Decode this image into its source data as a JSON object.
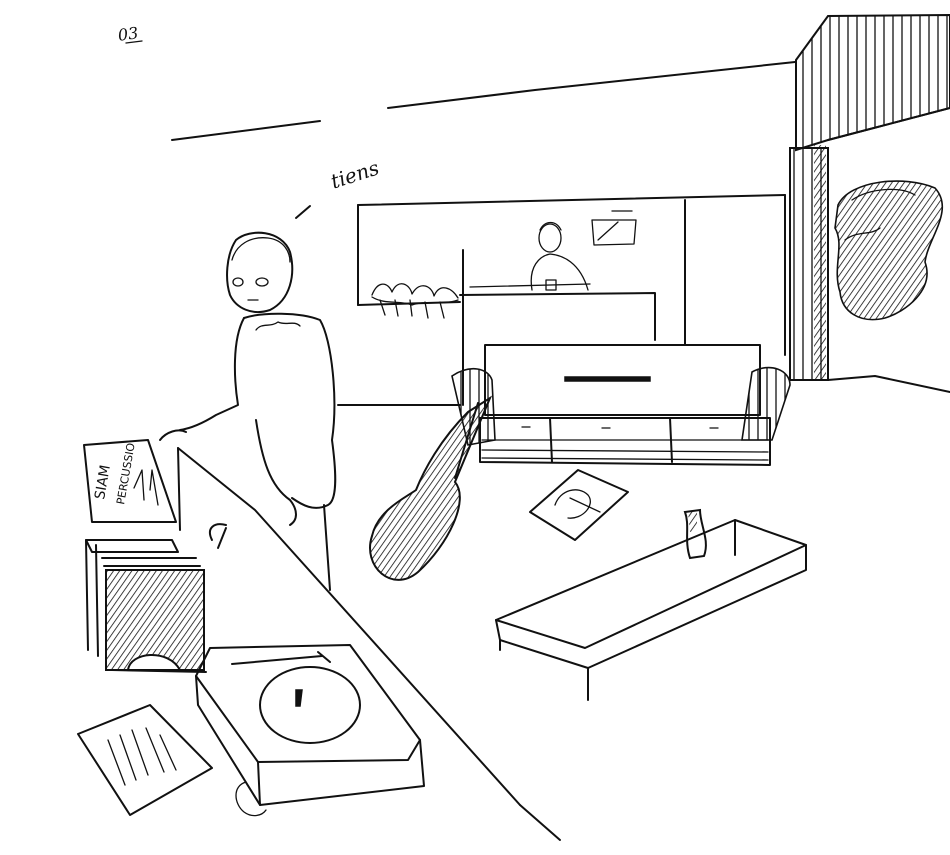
{
  "sketch": {
    "page_number": "03",
    "caption": "tiens",
    "record_sleeve_line1": "SIAM",
    "record_sleeve_line2": "PERCUSSIO",
    "palette": {
      "ink": "#111111",
      "paper": "#ffffff"
    }
  }
}
